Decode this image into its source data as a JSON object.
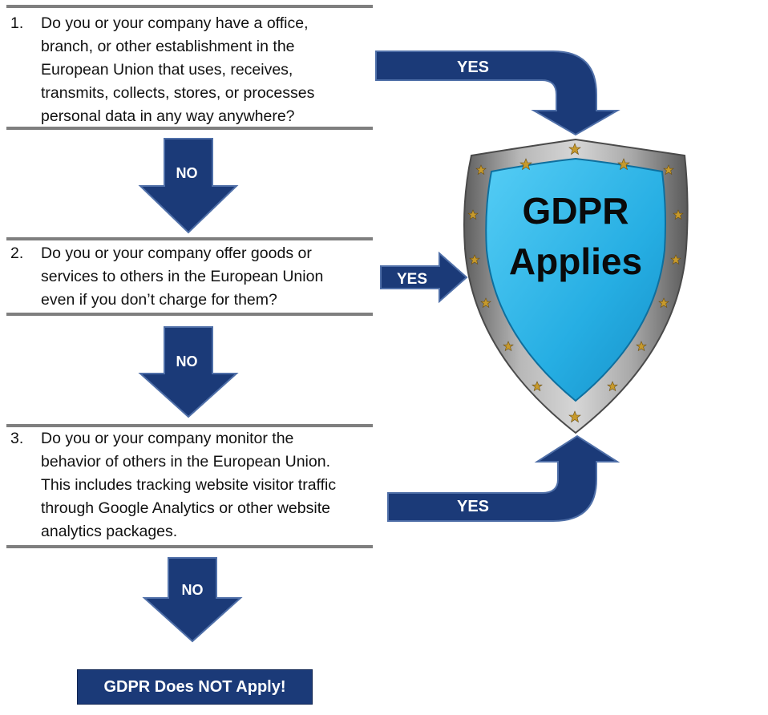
{
  "questions": [
    {
      "number": "1.",
      "text": "Do you or your company have a office,\nbranch, or other establishment in the\nEuropean Union that uses, receives,\ntransmits, collects, stores,  or processes\npersonal data in any way anywhere?"
    },
    {
      "number": "2.",
      "text": "Do you or your company offer goods or\nservices to others in the European Union\neven if you don’t charge for them?"
    },
    {
      "number": "3.",
      "text": "Do you or your company monitor the\nbehavior of others in the European Union.\nThis includes tracking website visitor traffic\nthrough Google Analytics or other website\nanalytics packages."
    }
  ],
  "arrows": {
    "no_label": "NO",
    "yes_label": "YES"
  },
  "shield": {
    "line1": "GDPR",
    "line2": "Applies"
  },
  "result": {
    "label": "GDPR Does NOT Apply!"
  },
  "colors": {
    "arrow_blue": "#1b3a78",
    "shield_face": "#2fb4e6",
    "shield_rim": "#8a8a8a",
    "star_gold": "#c79a2c",
    "rule_gray": "#7f7f7f"
  }
}
